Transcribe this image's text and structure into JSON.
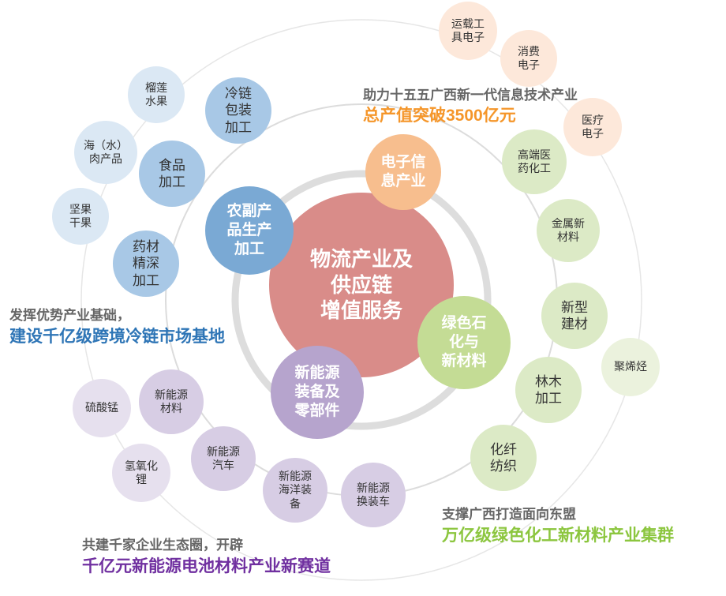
{
  "colors": {
    "center": "#d98c89",
    "orange": "#f7be8e",
    "blue": "#7aa9d4",
    "green": "#c4dc95",
    "purple": "#b6a4cd",
    "light_orange": "#fbdcc7",
    "light_blue": "#c3d9ec",
    "light_green": "#dceac6",
    "light_purple": "#d7cde4",
    "faint_orange": "#fde8da",
    "faint_blue": "#dbe8f4",
    "faint_green": "#ebf2dd",
    "faint_purple": "#e6e0ee",
    "caption_orange": "#f5962a",
    "caption_blue": "#2e75b6",
    "caption_green": "#8cc63f",
    "caption_purple": "#7030a0"
  },
  "center": {
    "label": "物流产业及\n供应链\n增值服务"
  },
  "sectors": {
    "electronics": {
      "label": "电子信\n息产业",
      "subs": [
        "运载工\n具电子",
        "消费\n电子",
        "医疗\n电子"
      ]
    },
    "agri": {
      "label": "农副产\n品生产\n加工",
      "subs": [
        "冷链\n包装\n加工",
        "食品\n加工",
        "药材\n精深\n加工"
      ],
      "outer": [
        "榴莲\n水果",
        "海（水）\n肉产品",
        "坚果\n干果"
      ]
    },
    "green": {
      "label": "绿色石\n化与\n新材料",
      "subs": [
        "高端医\n药化工",
        "金属新\n材料",
        "新型\n建材",
        "林木\n加工",
        "化纤\n纺织"
      ],
      "outer": [
        "聚烯烃"
      ]
    },
    "energy": {
      "label": "新能源\n装备及\n零部件",
      "subs": [
        "新能源\n材料",
        "新能源\n汽车",
        "新能源\n海洋装\n备",
        "新能源\n换装车"
      ],
      "outer": [
        "硫酸锰",
        "氢氧化\n锂"
      ]
    }
  },
  "captions": {
    "electronics": {
      "line1": "助力十五五广西新一代信息技术产业",
      "line2": "总产值突破3500亿元"
    },
    "agri": {
      "line1": "发挥优势产业基础，",
      "line2": "建设千亿级跨境冷链市场基地"
    },
    "green": {
      "line1": "支撑广西打造面向东盟",
      "line2": "万亿级绿色化工新材料产业集群"
    },
    "energy": {
      "line1": "共建千家企业生态圈，开辟",
      "line2": "千亿元新能源电池材料产业新赛道"
    }
  }
}
